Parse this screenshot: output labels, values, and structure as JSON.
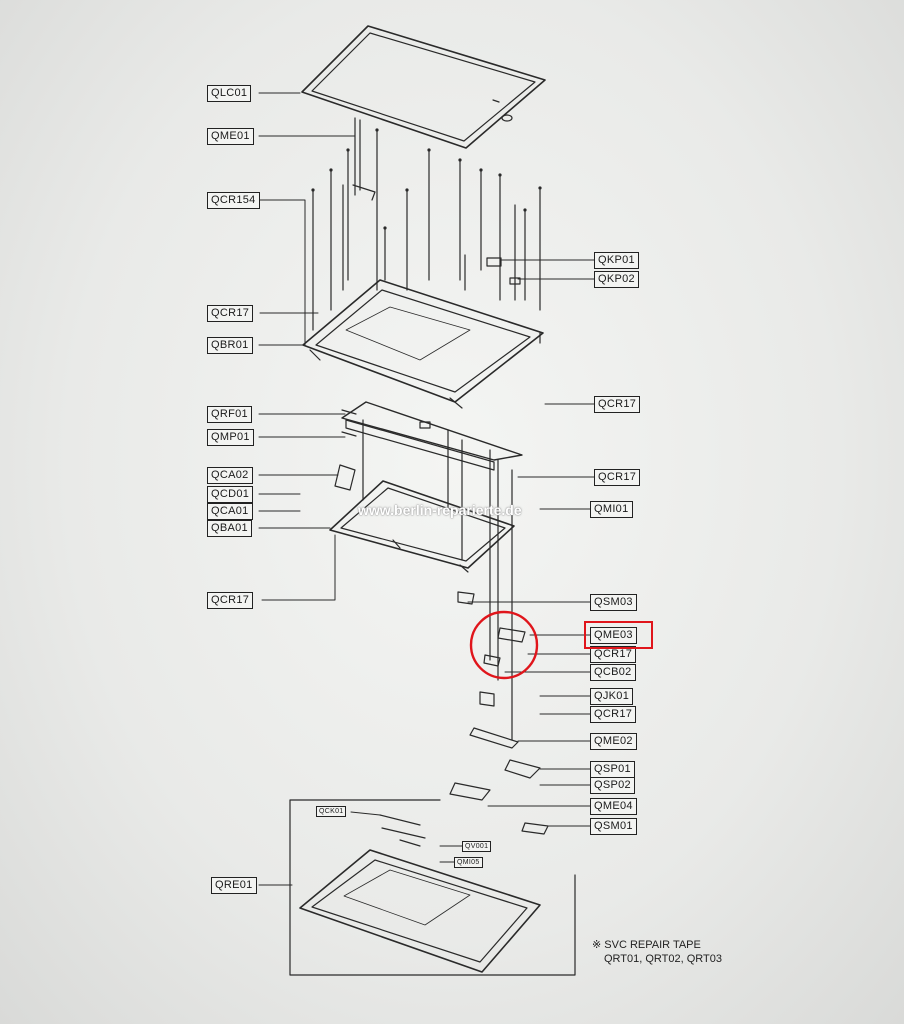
{
  "labels": {
    "QLC01": "QLC01",
    "QME01": "QME01",
    "QCR154": "QCR154",
    "QCR17_a": "QCR17",
    "QBR01": "QBR01",
    "QRF01": "QRF01",
    "QMP01": "QMP01",
    "QCA02": "QCA02",
    "QCD01": "QCD01",
    "QCA01": "QCA01",
    "QBA01": "QBA01",
    "QCR17_b": "QCR17",
    "QKP01": "QKP01",
    "QKP02": "QKP02",
    "QCR17_c": "QCR17",
    "QCR17_d": "QCR17",
    "QMI01": "QMI01",
    "QSM03": "QSM03",
    "QME03": "QME03",
    "QCR17_e": "QCR17",
    "QCB02": "QCB02",
    "QJK01": "QJK01",
    "QCR17_f": "QCR17",
    "QME02": "QME02",
    "QSP01": "QSP01",
    "QSP02": "QSP02",
    "QME04": "QME04",
    "QSM01": "QSM01",
    "QRE01": "QRE01",
    "QCK01": "QCK01",
    "QV001": "QV001",
    "QMI05": "QMI05"
  },
  "watermark": "www.berlin-reparierte.de",
  "note": {
    "line1": "※ SVC REPAIR TAPE",
    "line2": "QRT01, QRT02, QRT03"
  },
  "highlight_color": "#e0151b"
}
